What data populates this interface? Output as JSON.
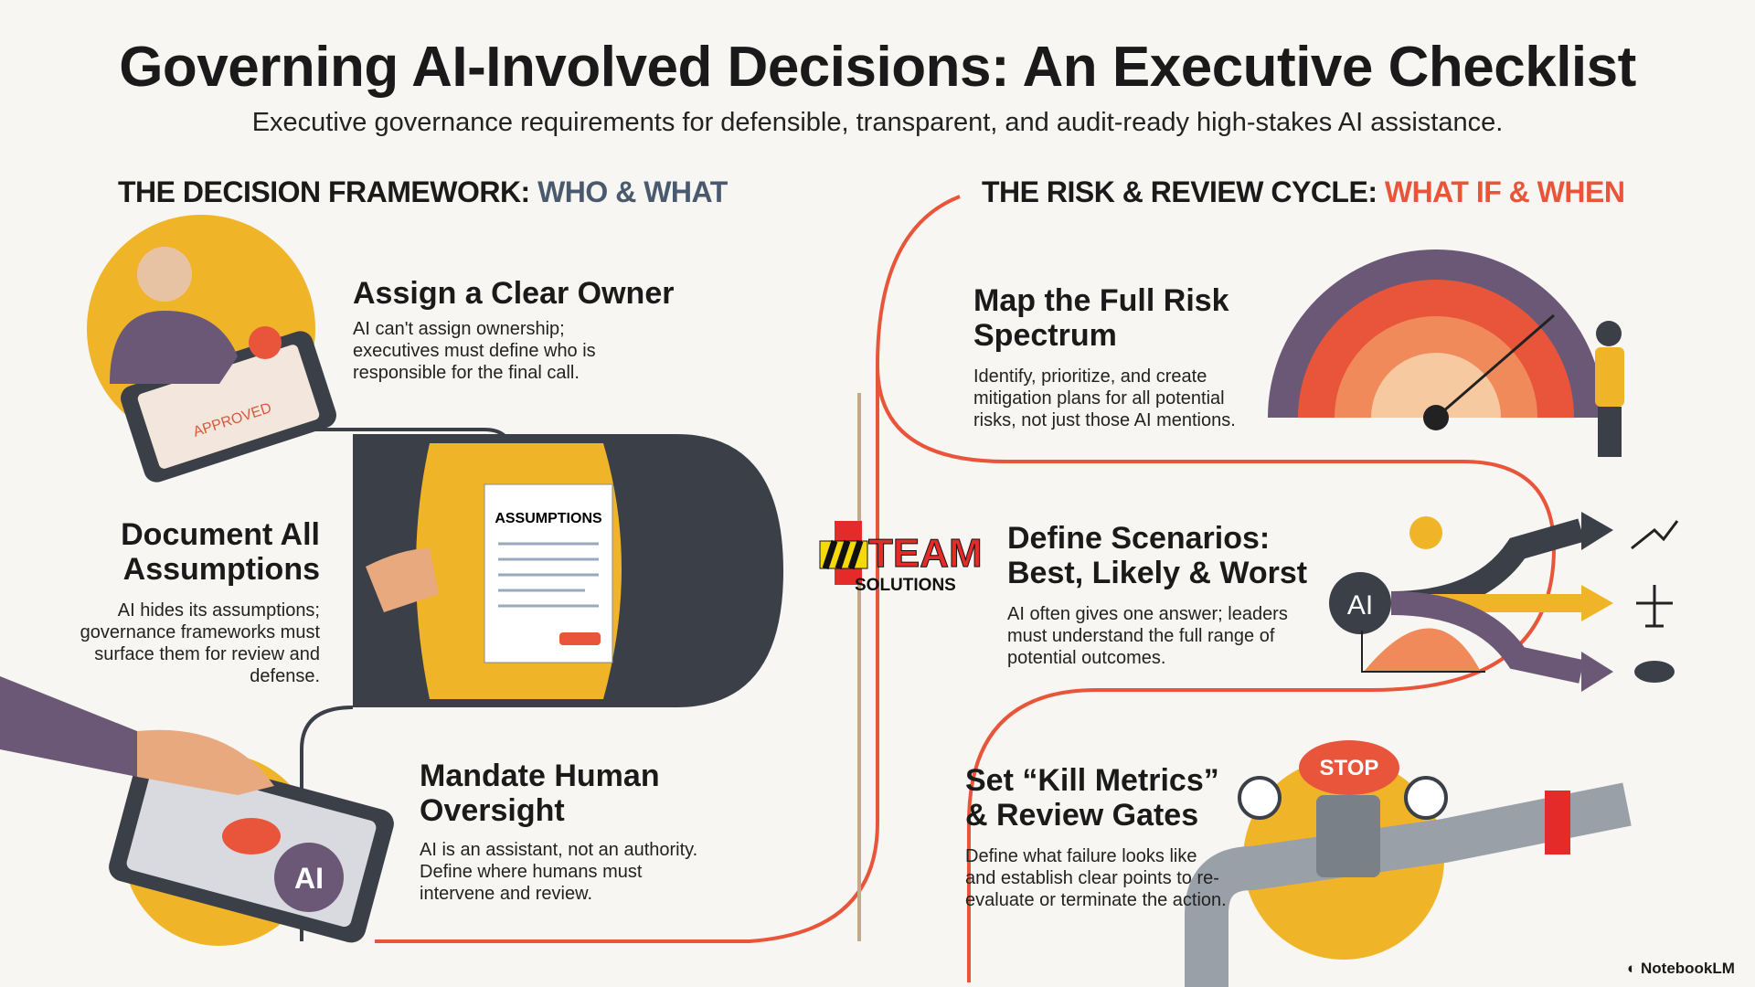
{
  "title": "Governing AI-Involved Decisions: An Executive Checklist",
  "subtitle": "Executive governance requirements for defensible, transparent, and audit-ready high-stakes AI assistance.",
  "left_section": {
    "label": "THE DECISION FRAMEWORK:",
    "highlight": "WHO & WHAT",
    "highlight_color": "#4a5a6e"
  },
  "right_section": {
    "label": "THE RISK & REVIEW CYCLE:",
    "highlight": "WHAT IF & WHEN",
    "highlight_color": "#e8553a"
  },
  "items": [
    {
      "heading": "Assign a Clear Owner",
      "body": "AI can't assign ownership; executives must define who is responsible for the final call."
    },
    {
      "heading": "Document All Assumptions",
      "body": "AI hides its assumptions; governance frameworks must surface them for review and defense."
    },
    {
      "heading": "Mandate Human Oversight",
      "body": "AI is an assistant, not an authority. Define where humans must intervene and review."
    },
    {
      "heading": "Map the Full Risk Spectrum",
      "body": "Identify, prioritize, and create mitigation plans for all potential risks, not just those AI mentions."
    },
    {
      "heading": "Define Scenarios: Best, Likely & Worst",
      "body": "AI often gives one answer; leaders must understand the full range of potential outcomes."
    },
    {
      "heading": "Set “Kill Metrics” & Review Gates",
      "body": "Define what failure looks like and establish clear points to re-evaluate or terminate the action."
    }
  ],
  "illustrations": {
    "assumptions_doc": "ASSUMPTIONS",
    "ai_badge": "AI",
    "stop_button": "STOP",
    "approved_stamp": "APPROVED"
  },
  "logo": {
    "line1": "TEAM",
    "line2": "SOLUTIONS"
  },
  "watermark": "NotebookLM",
  "colors": {
    "orange": "#e8553a",
    "yellow": "#f0b429",
    "purple": "#6b5876",
    "dark": "#3a3f48"
  }
}
